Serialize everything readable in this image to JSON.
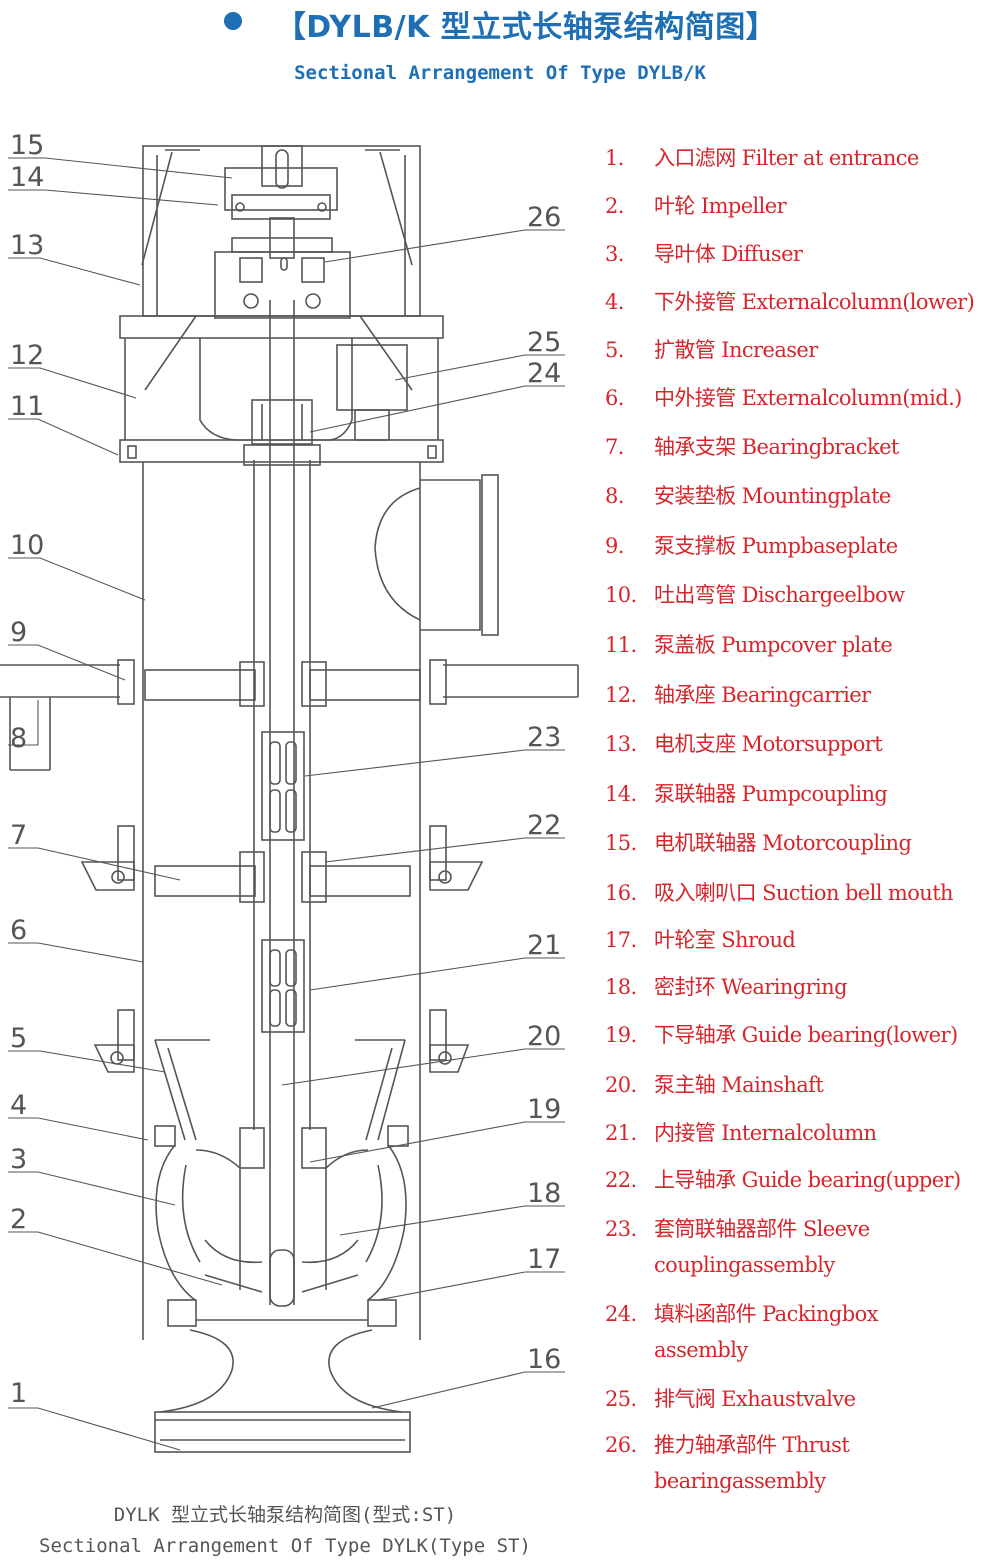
{
  "header": {
    "title": "【DYLB/K 型立式长轴泵结构简图】",
    "subtitle": "Sectional Arrangement Of Type DYLB/K"
  },
  "colors": {
    "title_blue": "#1e6fb4",
    "dot_blue": "#1f6eb6",
    "legend_red": "#d6252b",
    "drawing_gray": "#555555"
  },
  "diagram": {
    "callouts": [
      "1",
      "2",
      "3",
      "4",
      "5",
      "6",
      "7",
      "8",
      "9",
      "10",
      "11",
      "12",
      "13",
      "14",
      "15",
      "16",
      "17",
      "18",
      "19",
      "20",
      "21",
      "22",
      "23",
      "24",
      "25",
      "26"
    ]
  },
  "legend": [
    {
      "num": "1.",
      "text": "入口滤网 Filter at entrance"
    },
    {
      "num": "2.",
      "text": "叶轮 Impeller"
    },
    {
      "num": "3.",
      "text": "导叶体 Diffuser"
    },
    {
      "num": "4.",
      "text": "下外接管 Externalcolumn(lower)"
    },
    {
      "num": "5.",
      "text": "扩散管 Increaser"
    },
    {
      "num": "6.",
      "text": "中外接管 Externalcolumn(mid.)"
    },
    {
      "num": "7.",
      "text": "轴承支架 Bearingbracket"
    },
    {
      "num": "8.",
      "text": "安装垫板 Mountingplate"
    },
    {
      "num": "9.",
      "text": "泵支撑板 Pumpbaseplate"
    },
    {
      "num": "10.",
      "text": "吐出弯管 Dischargeelbow"
    },
    {
      "num": "11.",
      "text": "泵盖板 Pumpcover plate"
    },
    {
      "num": "12.",
      "text": "轴承座 Bearingcarrier"
    },
    {
      "num": "13.",
      "text": "电机支座 Motorsupport"
    },
    {
      "num": "14.",
      "text": "泵联轴器 Pumpcoupling"
    },
    {
      "num": "15.",
      "text": "电机联轴器 Motorcoupling"
    },
    {
      "num": "16.",
      "text": "吸入喇叭口 Suction bell mouth"
    },
    {
      "num": "17.",
      "text": "叶轮室 Shroud"
    },
    {
      "num": "18.",
      "text": "密封环 Wearingring"
    },
    {
      "num": "19.",
      "text": "下导轴承 Guide bearing(lower)"
    },
    {
      "num": "20.",
      "text": "泵主轴 Mainshaft"
    },
    {
      "num": "21.",
      "text": "内接管 Internalcolumn"
    },
    {
      "num": "22.",
      "text": "上导轴承 Guide bearing(upper)"
    },
    {
      "num": "23.",
      "text": "套筒联轴器部件 Sleeve\ncouplingassembly"
    },
    {
      "num": "24.",
      "text": "填料函部件 Packingbox\nassembly"
    },
    {
      "num": "25.",
      "text": "排气阀 Exhaustvalve"
    },
    {
      "num": "26.",
      "text": "推力轴承部件 Thrust\nbearingassembly"
    }
  ],
  "caption": {
    "line1": "DYLK 型立式长轴泵结构简图(型式:ST)",
    "line2": "Sectional Arrangement Of Type DYLK(Type ST)"
  }
}
